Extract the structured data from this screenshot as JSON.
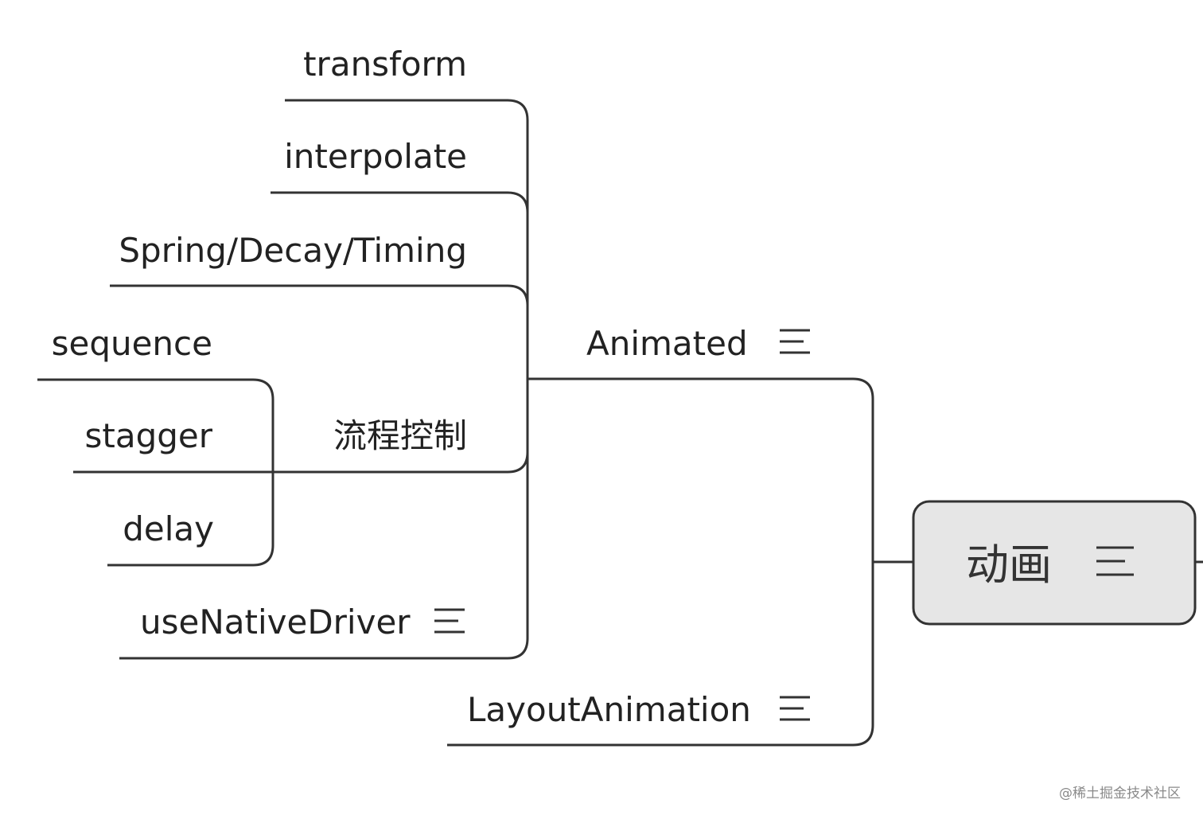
{
  "root": {
    "label": "动画",
    "has_notes": true
  },
  "nodes": {
    "animated": {
      "label": "Animated",
      "has_notes": true
    },
    "layout_animation": {
      "label": "LayoutAnimation",
      "has_notes": true
    },
    "transform": {
      "label": "transform"
    },
    "interpolate": {
      "label": "interpolate"
    },
    "spring_decay_timing": {
      "label": "Spring/Decay/Timing"
    },
    "flow_control": {
      "label": "流程控制"
    },
    "use_native_driver": {
      "label": "useNativeDriver",
      "has_notes": true
    },
    "sequence": {
      "label": "sequence"
    },
    "stagger": {
      "label": "stagger"
    },
    "delay": {
      "label": "delay"
    }
  },
  "watermark": "@稀土掘金技术社区",
  "colors": {
    "line": "#333333",
    "root_fill": "#e6e6e6",
    "text": "#222222"
  }
}
